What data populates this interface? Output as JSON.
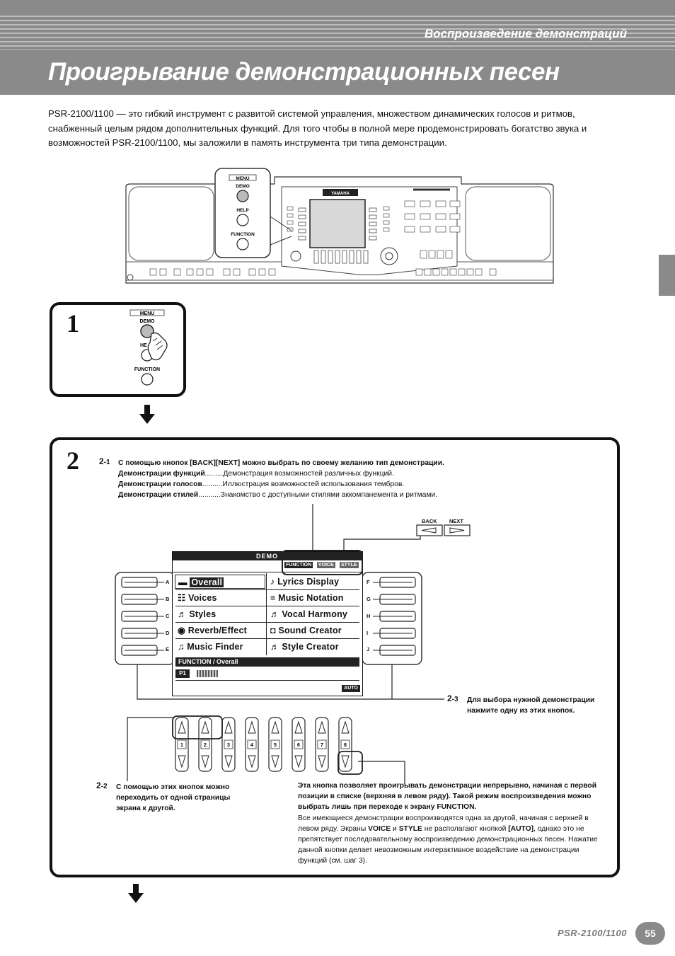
{
  "header": {
    "section_title": "Воспроизведение демонстраций",
    "page_title": "Проигрывание демонстрационных песен"
  },
  "intro": "PSR-2100/1100 — это гибкий инструмент с развитой системой управления, множеством динамических голосов и ритмов, снабженный целым рядом дополнительных функций. Для того чтобы в полной мере продемонстрировать богатство звука и возможностей PSR-2100/1100, мы заложили в память инструмента три типа демонстрации.",
  "panel_buttons": {
    "menu": "MENU",
    "demo": "DEMO",
    "help": "HELP",
    "function": "FUNCTION",
    "back": "BACK",
    "next": "NEXT"
  },
  "keyboard_logo": "YAMAHA",
  "step1": {
    "number": "1"
  },
  "step2": {
    "number": "2",
    "s21_num": "2",
    "s21_sub": "-1",
    "s21_text": "С помощью кнопок [BACK][NEXT] можно выбрать по своему желанию тип демонстрации.",
    "demo_types": [
      {
        "name": "Демонстрации функций",
        "dots": ".........",
        "desc": "Демонстрация возможностей различных функций."
      },
      {
        "name": "Демонстрации голосов",
        "dots": "..........",
        "desc": "Иллюстрация возможностей использования тембров."
      },
      {
        "name": "Демонстрации стилей",
        "dots": "...........",
        "desc": "Знакомство с доступными стилями аккомпанемента и ритмами."
      }
    ],
    "s22_num": "2",
    "s22_sub": "-2",
    "s22_text": "С помощью этих кнопок можно переходить от одной страницы экрана к другой.",
    "s23_num": "2",
    "s23_sub": "-3",
    "s23_text": "Для выбора нужной демонстрации нажмите одну из этих кнопок.",
    "auto_bold": "Эта кнопка позволяет проигрывать демонстрации непрерывно, начиная с первой позиции в списке (верхняя в левом ряду). Такой режим воспроизведения можно выбрать лишь при переходе к экрану FUNCTION.",
    "auto_p1": "Все имеющиеся демонстрации воспроизводятся одна за другой, начиная с верхней в левом ряду. Экраны",
    "auto_voice": "VOICE",
    "auto_and": "и",
    "auto_style": "STYLE",
    "auto_p2": "не располагают кнопкой",
    "auto_btn": "[AUTO]",
    "auto_p3": ", однако это не препятствует последовательному воспроизведению демонстрационных песен. Нажатие данной кнопки делает невозможным интерактивное воздействие на демонстрации функций (см. шаг 3)."
  },
  "lcd": {
    "title": "DEMO",
    "tabs": [
      "FUNCTION",
      "VOICE",
      "STYLE"
    ],
    "left_items": [
      "Overall",
      "Voices",
      "Styles",
      "Reverb/Effect",
      "Music Finder"
    ],
    "right_items": [
      "Lyrics Display",
      "Music Notation",
      "Vocal Harmony",
      "Sound Creator",
      "Style Creator"
    ],
    "status": "FUNCTION / Overall",
    "page": "P1",
    "auto": "AUTO"
  },
  "side_letters_left": [
    "A",
    "B",
    "C",
    "D",
    "E"
  ],
  "side_letters_right": [
    "F",
    "G",
    "H",
    "I",
    "J"
  ],
  "bottom_buttons": [
    "1",
    "2",
    "3",
    "4",
    "5",
    "6",
    "7",
    "8"
  ],
  "footer": {
    "model": "PSR-2100/1100",
    "page": "55"
  }
}
